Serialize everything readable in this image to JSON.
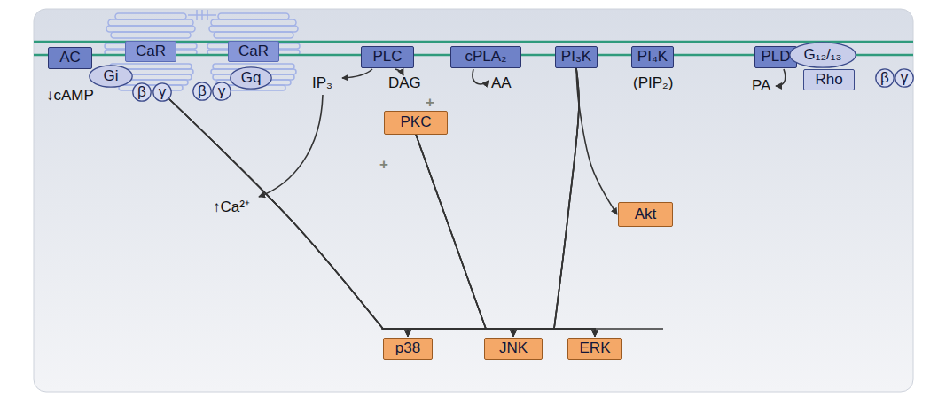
{
  "diagram": {
    "nodes": [
      {
        "text": [
          "AC"
        ]
      },
      {
        "text": [
          "Gi"
        ]
      },
      {
        "text": [
          "β"
        ]
      },
      {
        "text": [
          "γ"
        ]
      },
      {
        "text": [
          "CaR"
        ]
      },
      {
        "text": [
          "CaR"
        ]
      },
      {
        "text": [
          "Gq"
        ]
      },
      {
        "text": [
          "β"
        ]
      },
      {
        "text": [
          "γ"
        ]
      },
      {
        "text": [
          "PLC"
        ]
      },
      {
        "text": [
          "PKC"
        ]
      },
      {
        "text": [
          "cPLA₂"
        ]
      },
      {
        "text": [
          "PI₃K"
        ]
      },
      {
        "text": [
          "Akt"
        ]
      },
      {
        "text": [
          "PI₄K"
        ]
      },
      {
        "text": [
          "PLD"
        ]
      },
      {
        "text": [
          "G₁₂/₁₃"
        ]
      },
      {
        "text": [
          "Rho"
        ]
      },
      {
        "text": [
          "β"
        ]
      },
      {
        "text": [
          "γ"
        ]
      },
      {
        "text": [
          "p38"
        ]
      },
      {
        "text": [
          "JNK"
        ]
      },
      {
        "text": [
          "ERK"
        ]
      }
    ],
    "edges": [
      {
        "from": 12,
        "to": 13,
        "arrow": "to"
      },
      {
        "from": 3,
        "to": 20,
        "arrow": "to"
      },
      {
        "from": 3,
        "to": 21,
        "arrow": "to"
      },
      {
        "from": 3,
        "to": 22,
        "arrow": "to"
      },
      {
        "from": 10,
        "to": 20,
        "arrow": "to"
      },
      {
        "from": 10,
        "to": 21,
        "arrow": "to"
      },
      {
        "from": 10,
        "to": 22,
        "arrow": "to"
      },
      {
        "from": 12,
        "to": 20,
        "arrow": "to"
      },
      {
        "from": 12,
        "to": 21,
        "arrow": "to"
      },
      {
        "from": 12,
        "to": 22,
        "arrow": "to"
      }
    ],
    "labels": [
      "↓cAMP",
      "IP₃",
      "DAG",
      "AA",
      "(PIP₂)",
      "PA",
      "+",
      "+",
      "↑Ca²⁺"
    ]
  }
}
